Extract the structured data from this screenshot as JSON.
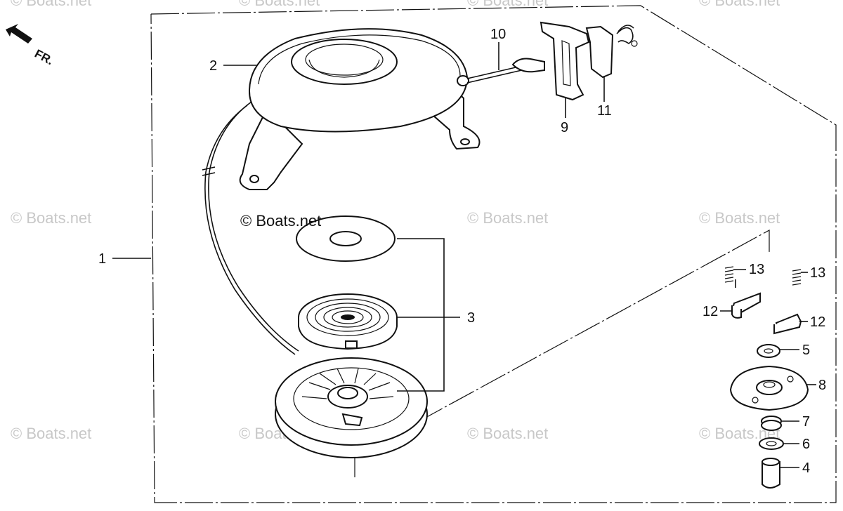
{
  "watermarks": {
    "main": "© Boats.net",
    "faint": "© Boats.net"
  },
  "direction_label": "FR.",
  "callouts": [
    {
      "id": "c1",
      "label": "1"
    },
    {
      "id": "c2",
      "label": "2"
    },
    {
      "id": "c3",
      "label": "3"
    },
    {
      "id": "c4",
      "label": "4"
    },
    {
      "id": "c5",
      "label": "5"
    },
    {
      "id": "c6",
      "label": "6"
    },
    {
      "id": "c7",
      "label": "7"
    },
    {
      "id": "c8",
      "label": "8"
    },
    {
      "id": "c9",
      "label": "9"
    },
    {
      "id": "c10",
      "label": "10"
    },
    {
      "id": "c11",
      "label": "11"
    },
    {
      "id": "c12a",
      "label": "12"
    },
    {
      "id": "c12b",
      "label": "12"
    },
    {
      "id": "c13a",
      "label": "13"
    },
    {
      "id": "c13b",
      "label": "13"
    }
  ]
}
